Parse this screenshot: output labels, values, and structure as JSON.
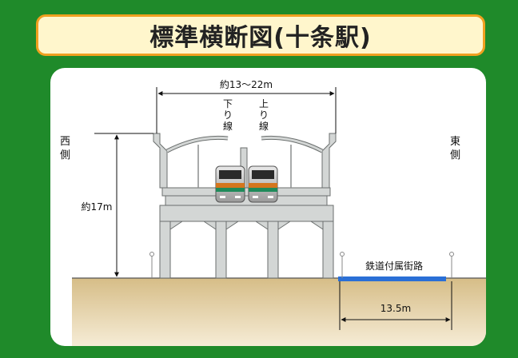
{
  "title": "標準横断図(十条駅)",
  "labels": {
    "width_span": "約13～22m",
    "down_line": [
      "下",
      "り",
      "線"
    ],
    "up_line": [
      "上",
      "り",
      "線"
    ],
    "west": [
      "西",
      "側"
    ],
    "east": [
      "東",
      "側"
    ],
    "height": "約17m",
    "side_road": "鉄道付属街路",
    "road_width": "13.5m"
  },
  "colors": {
    "background": "#1f8a2a",
    "title_bg": "#fff6cc",
    "title_border": "#f0a020",
    "ground": "#d8c08a",
    "structure": "#d3d6d5",
    "road": "#2a6fd6"
  }
}
